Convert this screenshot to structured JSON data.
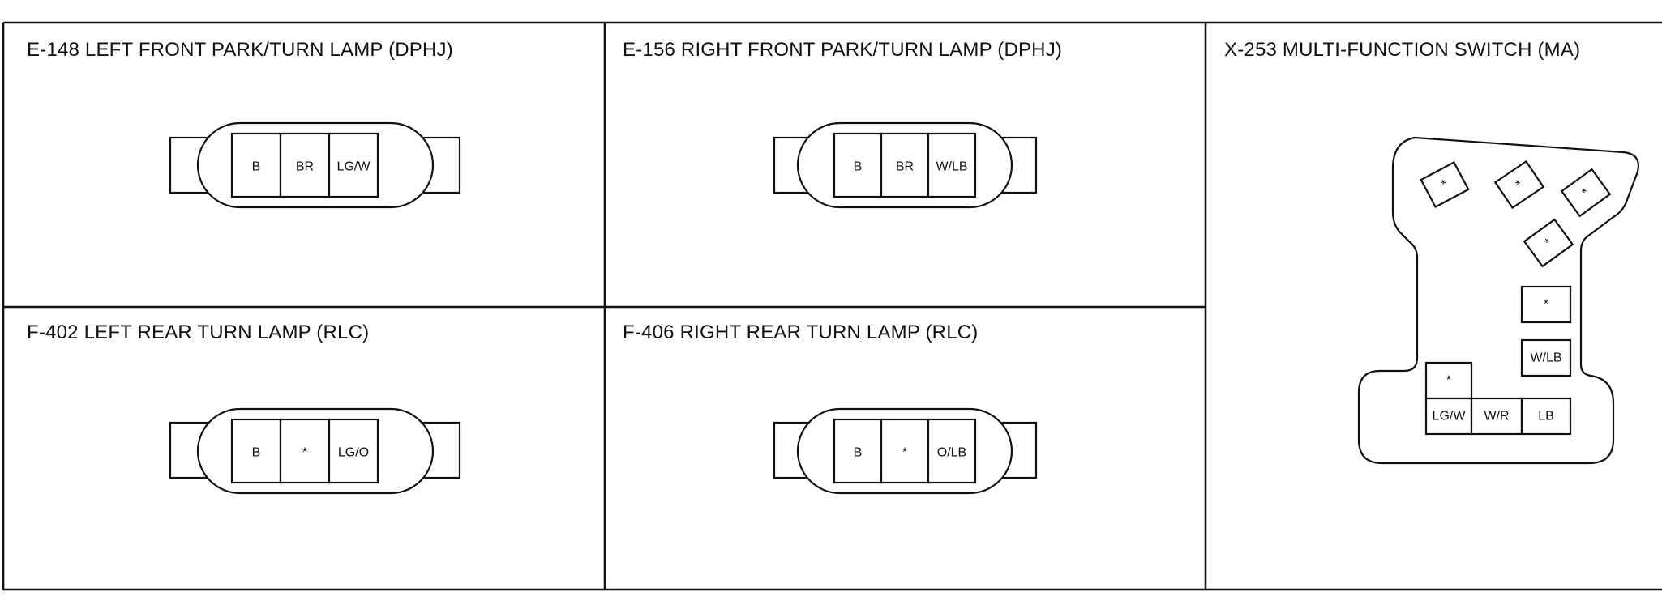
{
  "connectors": {
    "e148": {
      "title": "E-148  LEFT FRONT PARK/TURN LAMP (DPHJ)",
      "pins": [
        "B",
        "BR",
        "LG/W"
      ]
    },
    "e156": {
      "title": "E-156  RIGHT FRONT PARK/TURN LAMP (DPHJ)",
      "pins": [
        "B",
        "BR",
        "W/LB"
      ]
    },
    "f402": {
      "title": "F-402  LEFT REAR TURN LAMP (RLC)",
      "pins": [
        "B",
        "*",
        "LG/O"
      ]
    },
    "f406": {
      "title": "F-406  RIGHT REAR TURN LAMP (RLC)",
      "pins": [
        "B",
        "*",
        "O/LB"
      ]
    },
    "x253": {
      "title": "X-253  MULTI-FUNCTION SWITCH (MA)",
      "tilted_pins": [
        "*",
        "*",
        "*",
        "*"
      ],
      "pin_upper": "*",
      "pin_wlb": "W/LB",
      "pin_left_star": "*",
      "bottom_row": [
        "LG/W",
        "W/R",
        "LB"
      ]
    }
  }
}
